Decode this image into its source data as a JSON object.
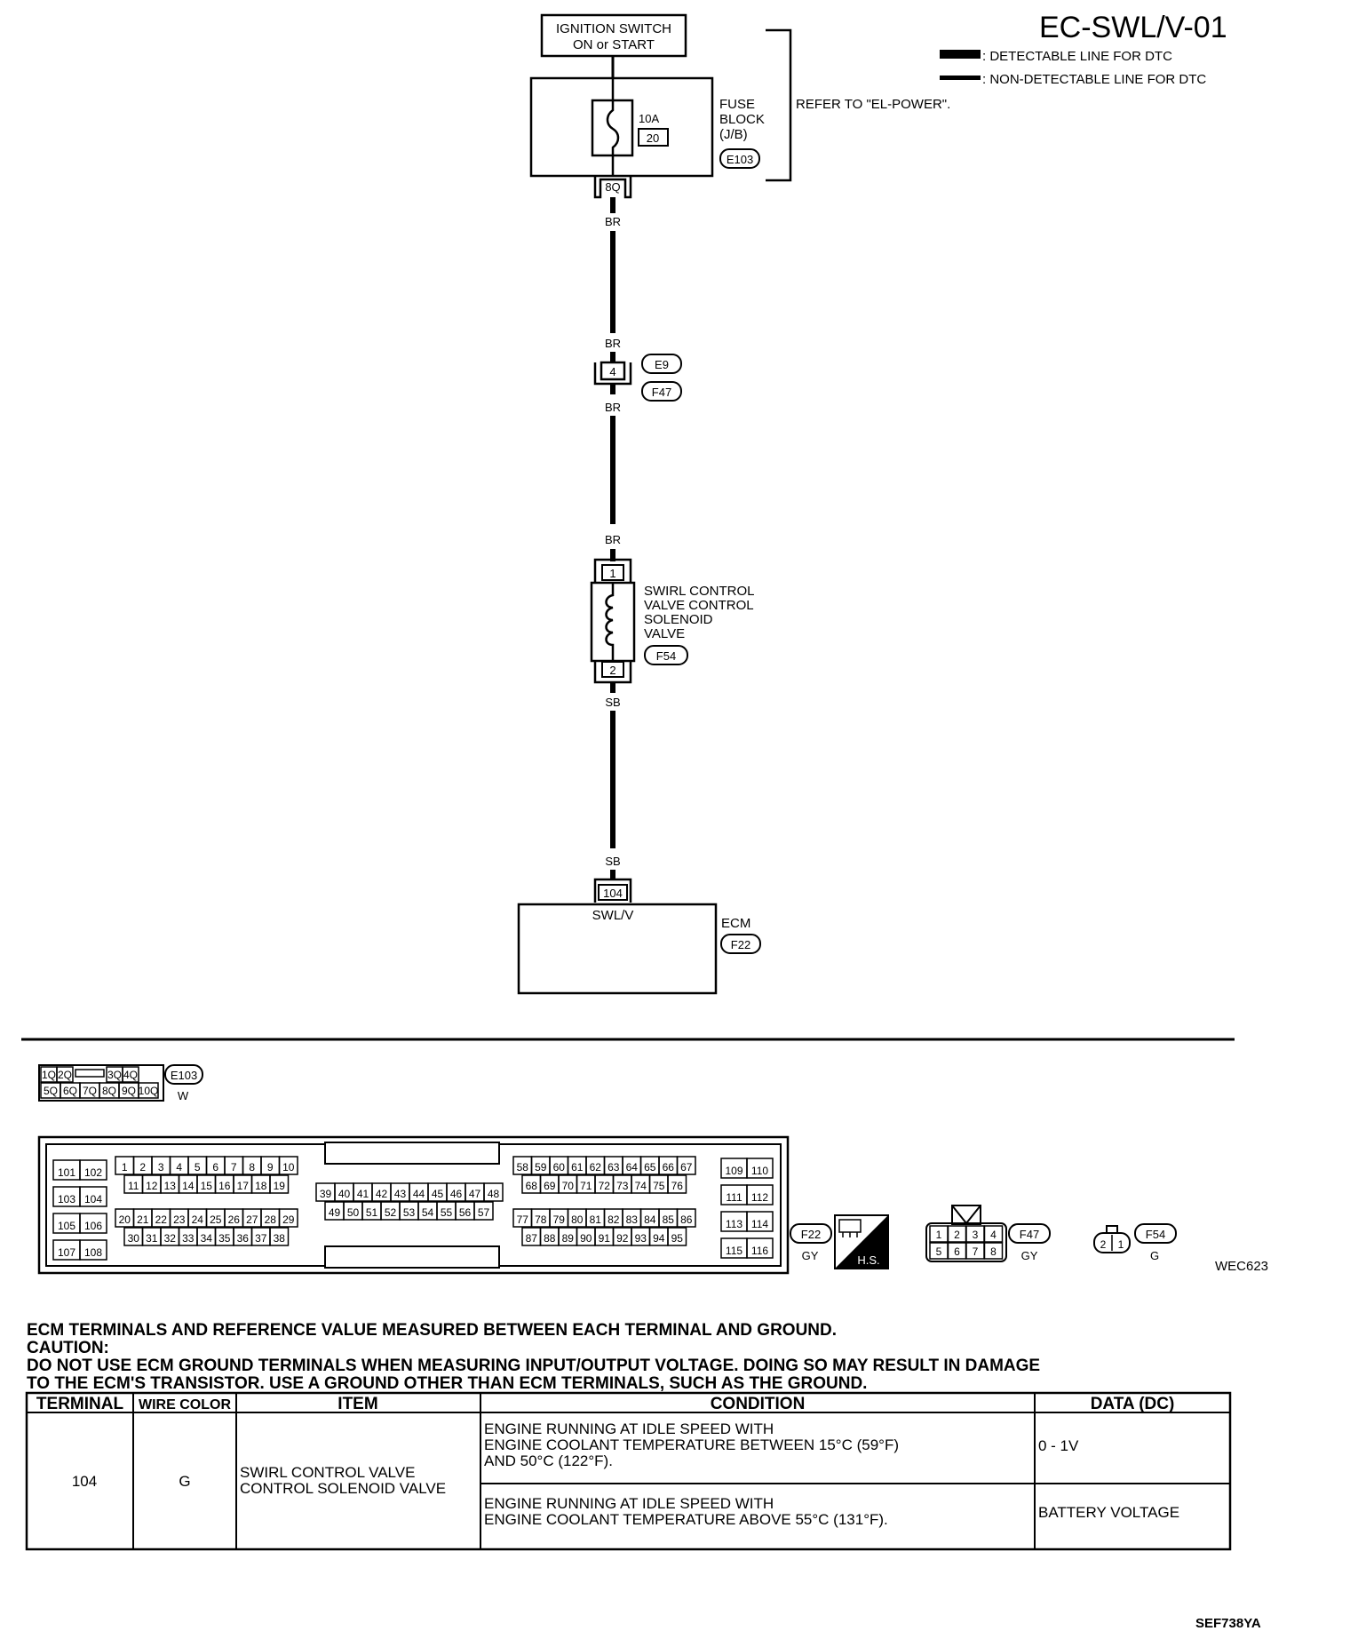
{
  "header": {
    "title": "EC-SWL/V-01",
    "legend_detectable": ": DETECTABLE LINE FOR DTC",
    "legend_nondetectable": ": NON-DETECTABLE LINE FOR DTC"
  },
  "ignition": {
    "line1": "IGNITION SWITCH",
    "line2": "ON or START"
  },
  "fuse_block": {
    "amp": "10A",
    "fuse_no": "20",
    "label1": "FUSE",
    "label2": "BLOCK",
    "label3": "(J/B)",
    "connector": "E103",
    "terminal": "8Q",
    "refer": "REFER TO \"EL-POWER\"."
  },
  "wires": {
    "br1": "BR",
    "br2": "BR",
    "br3": "BR",
    "br4": "BR",
    "sb1": "SB",
    "sb2": "SB"
  },
  "joint": {
    "terminal": "4",
    "conn_a": "E9",
    "conn_b": "F47"
  },
  "solenoid": {
    "pin1": "1",
    "pin2": "2",
    "line1": "SWIRL CONTROL",
    "line2": "VALVE CONTROL",
    "line3": "SOLENOID",
    "line4": "VALVE",
    "connector": "F54"
  },
  "ecm": {
    "terminal": "104",
    "signal": "SWL/V",
    "label": "ECM",
    "connector": "F22"
  },
  "connector_views": {
    "e103": {
      "id": "E103",
      "color": "W",
      "top": [
        "1Q",
        "2Q",
        "",
        "3Q",
        "4Q"
      ],
      "bottom": [
        "5Q",
        "6Q",
        "7Q",
        "8Q",
        "9Q",
        "10Q"
      ]
    },
    "f22": {
      "id": "F22",
      "color": "GY",
      "hs": "H.S."
    },
    "f47": {
      "id": "F47",
      "color": "GY",
      "top": [
        "1",
        "2",
        "3",
        "4"
      ],
      "bottom": [
        "5",
        "6",
        "7",
        "8"
      ]
    },
    "f54": {
      "id": "F54",
      "color": "G",
      "pins": [
        "2",
        "1"
      ]
    },
    "ecm_pins": {
      "left": [
        [
          "101",
          "102"
        ],
        [
          "103",
          "104"
        ],
        [
          "105",
          "106"
        ],
        [
          "107",
          "108"
        ]
      ],
      "g1_r1": [
        "1",
        "2",
        "3",
        "4",
        "5",
        "6",
        "7",
        "8",
        "9",
        "10"
      ],
      "g1_r2": [
        "11",
        "12",
        "13",
        "14",
        "15",
        "16",
        "17",
        "18",
        "19"
      ],
      "g1_r3": [
        "20",
        "21",
        "22",
        "23",
        "24",
        "25",
        "26",
        "27",
        "28",
        "29"
      ],
      "g1_r4": [
        "30",
        "31",
        "32",
        "33",
        "34",
        "35",
        "36",
        "37",
        "38"
      ],
      "g2_r1": [
        "39",
        "40",
        "41",
        "42",
        "43",
        "44",
        "45",
        "46",
        "47",
        "48"
      ],
      "g2_r2": [
        "49",
        "50",
        "51",
        "52",
        "53",
        "54",
        "55",
        "56",
        "57"
      ],
      "g3_r1": [
        "58",
        "59",
        "60",
        "61",
        "62",
        "63",
        "64",
        "65",
        "66",
        "67"
      ],
      "g3_r2": [
        "68",
        "69",
        "70",
        "71",
        "72",
        "73",
        "74",
        "75",
        "76"
      ],
      "g3_r3": [
        "77",
        "78",
        "79",
        "80",
        "81",
        "82",
        "83",
        "84",
        "85",
        "86"
      ],
      "g3_r4": [
        "87",
        "88",
        "89",
        "90",
        "91",
        "92",
        "93",
        "94",
        "95"
      ],
      "right": [
        [
          "109",
          "110"
        ],
        [
          "111",
          "112"
        ],
        [
          "113",
          "114"
        ],
        [
          "115",
          "116"
        ]
      ]
    },
    "code": "WEC623"
  },
  "notes": {
    "line1": "ECM TERMINALS AND REFERENCE VALUE MEASURED BETWEEN EACH TERMINAL AND GROUND.",
    "line2": "CAUTION:",
    "line3": "DO NOT USE ECM GROUND TERMINALS WHEN MEASURING INPUT/OUTPUT VOLTAGE. DOING SO MAY RESULT IN DAMAGE",
    "line4": "TO THE ECM'S TRANSISTOR. USE A GROUND OTHER THAN ECM TERMINALS, SUCH AS THE GROUND."
  },
  "table": {
    "headers": [
      "TERMINAL",
      "WIRE COLOR",
      "ITEM",
      "CONDITION",
      "DATA (DC)"
    ],
    "terminal": "104",
    "wire_color": "G",
    "item_line1": "SWIRL CONTROL VALVE",
    "item_line2": "CONTROL SOLENOID VALVE",
    "rows": [
      {
        "condition": [
          "ENGINE RUNNING AT IDLE SPEED WITH",
          "ENGINE COOLANT TEMPERATURE BETWEEN 15°C (59°F)",
          "AND 50°C (122°F)."
        ],
        "data": "0 - 1V"
      },
      {
        "condition": [
          "ENGINE RUNNING AT IDLE SPEED WITH",
          "ENGINE COOLANT TEMPERATURE ABOVE 55°C (131°F)."
        ],
        "data": "BATTERY VOLTAGE"
      }
    ]
  },
  "footer_code": "SEF738YA"
}
